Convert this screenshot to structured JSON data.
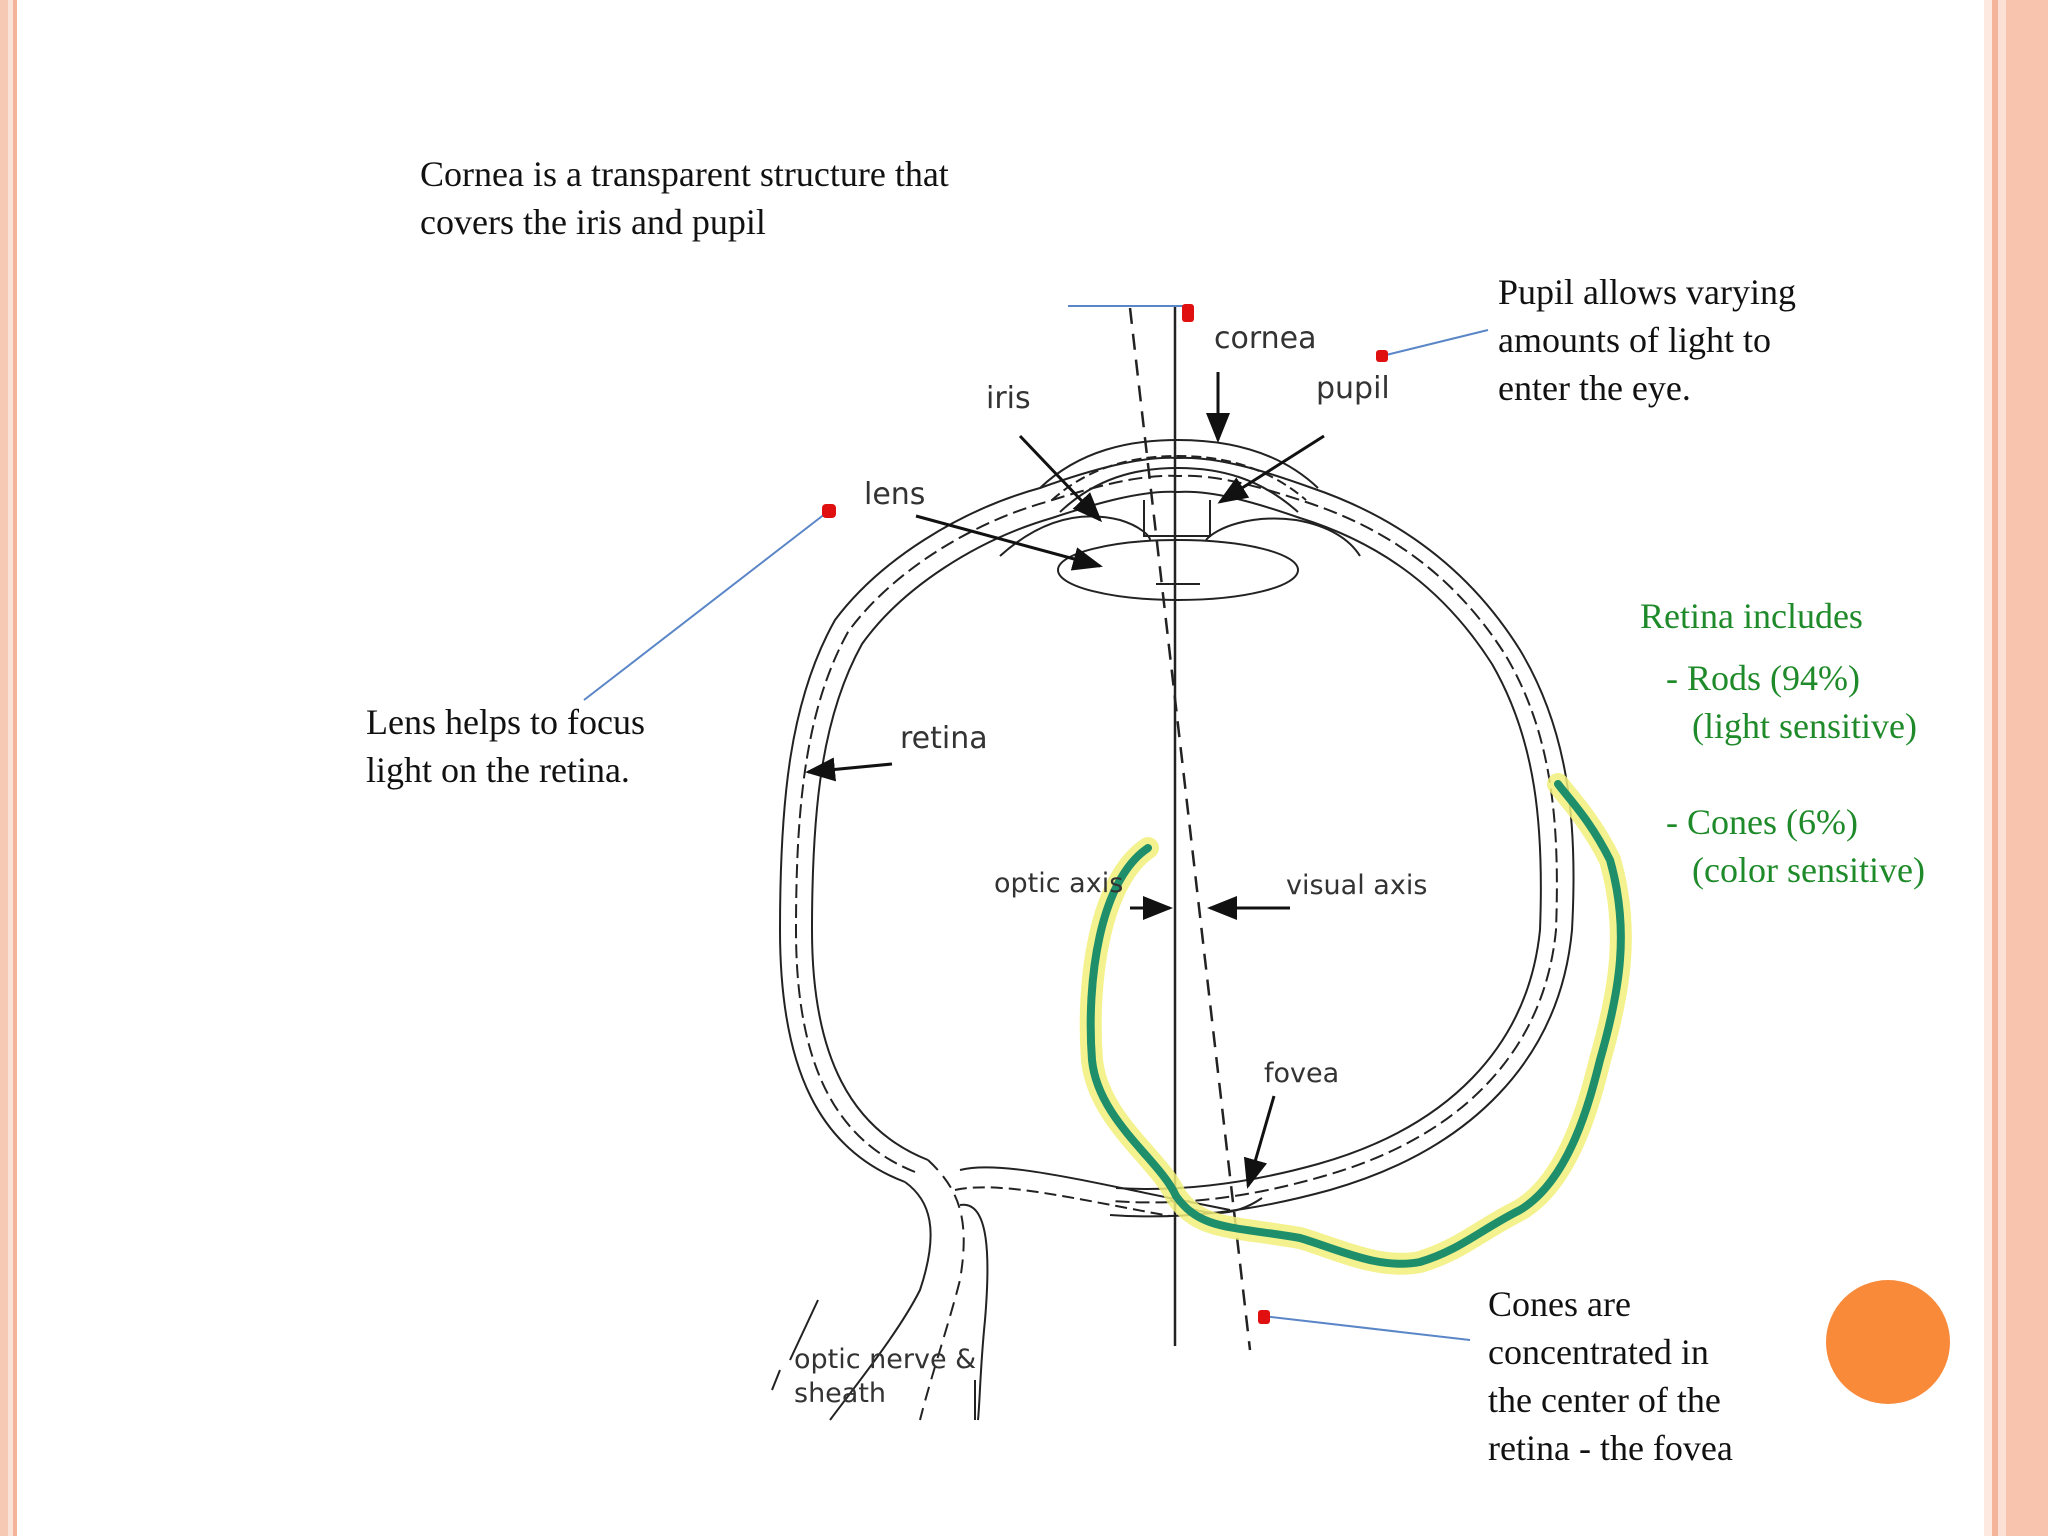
{
  "notes": {
    "cornea": "Cornea is a transparent structure that\ncovers the iris and pupil",
    "pupil": "Pupil allows varying\namounts of light to\nenter the eye.",
    "lens": "Lens helps to focus\nlight on the retina.",
    "retina_title": "Retina includes",
    "rods_line1": "-  Rods (94%)",
    "rods_line2": "(light sensitive)",
    "cones_line1": "-  Cones (6%)",
    "cones_line2": "(color sensitive)",
    "fovea": "  Cones are\nconcentrated in\nthe center of the\nretina - the fovea"
  },
  "diagram_labels": {
    "cornea": "cornea",
    "pupil": "pupil",
    "iris": "iris",
    "lens": "lens",
    "retina": "retina",
    "optic_axis": "optic axis",
    "visual_axis": "visual axis",
    "fovea": "fovea",
    "optic_nerve_1": "optic nerve &",
    "optic_nerve_2": "sheath"
  },
  "colors": {
    "accent_stripe": "#f4b49a",
    "highlight_curve": "#1e8f6a",
    "highlight_glow": "#f2f07a",
    "marker": "#e01010",
    "pointer_line": "#5a86c8",
    "decor_circle": "#f98a3a",
    "retina_text": "#1f8a2a"
  }
}
